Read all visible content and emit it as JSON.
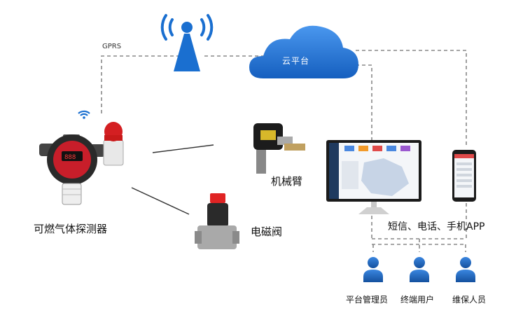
{
  "network": {
    "label": "GPRS"
  },
  "cloud": {
    "label": "云平台"
  },
  "devices": {
    "detector": "可燃气体探测器",
    "arm": "机械臂",
    "valve": "电磁阀"
  },
  "notify": {
    "label": "短信、电话、手机APP"
  },
  "roles": [
    "平台管理员",
    "终端用户",
    "维保人员"
  ],
  "colors": {
    "cloud": "#1a6fd0",
    "tower": "#1a6fd0",
    "person": "#1a6fd0",
    "detector": "#c81e2a",
    "line": "#888888"
  }
}
